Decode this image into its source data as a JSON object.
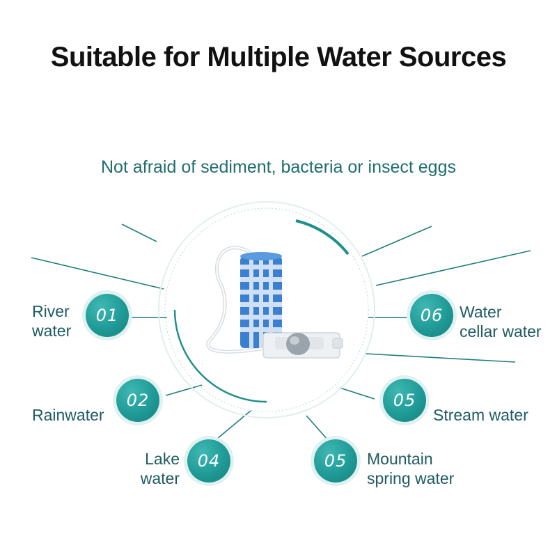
{
  "title": "Suitable for Multiple Water Sources",
  "subtitle": "Not afraid of sediment, bacteria or insect eggs",
  "colors": {
    "accent": "#1f9a96",
    "text_teal": "#1f5a63",
    "line": "#1e7f7a"
  },
  "sources": [
    {
      "number": "01",
      "line1": "River",
      "line2": "water"
    },
    {
      "number": "02",
      "line1": "Rainwater",
      "line2": ""
    },
    {
      "number": "04",
      "line1": "Lake",
      "line2": "water"
    },
    {
      "number": "05",
      "line1": "Mountain",
      "line2": "spring water"
    },
    {
      "number": "05",
      "line1": "Stream water",
      "line2": ""
    },
    {
      "number": "06",
      "line1": "Water",
      "line2": "cellar water"
    }
  ]
}
